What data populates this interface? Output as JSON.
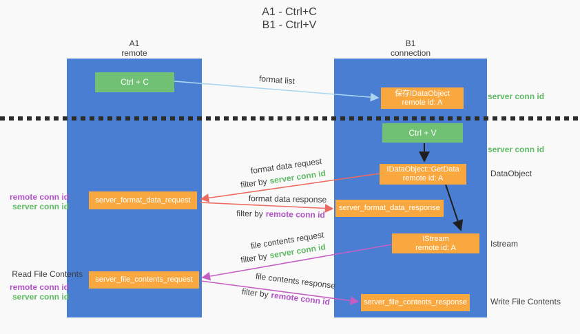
{
  "title": {
    "line1": "A1 - Ctrl+C",
    "line2": "B1 - Ctrl+V"
  },
  "lifelines": {
    "a1": {
      "name": "A1",
      "role": "remote"
    },
    "b1": {
      "name": "B1",
      "role": "connection"
    }
  },
  "nodes": {
    "ctrl_c": {
      "label": "Ctrl + C"
    },
    "save_idataobject": {
      "line1": "保存IDataObject",
      "line2": "remote id: A"
    },
    "ctrl_v": {
      "label": "Ctrl + V"
    },
    "getdata": {
      "line1": "IDataObject::GetData",
      "line2": "remote id: A"
    },
    "format_request": {
      "label": "server_format_data_request"
    },
    "format_response": {
      "label": "server_format_data_response"
    },
    "istream": {
      "line1": "IStream",
      "line2": "remote id: A"
    },
    "file_request": {
      "label": "server_file_contents_request"
    },
    "file_response": {
      "label": "server_file_contents_response"
    }
  },
  "annotations": {
    "server_conn_id_top": "server conn id",
    "server_conn_id_mid": "server conn id",
    "dataobject": "DataObject",
    "istream": "Istream",
    "write_file_contents": "Write File Contents",
    "read_file_contents": "Read File Contents",
    "left_format": {
      "remote_conn_id": "remote conn id",
      "server_conn_id": "server conn id"
    },
    "left_file": {
      "remote_conn_id": "remote conn id",
      "server_conn_id": "server conn id"
    }
  },
  "arrows": {
    "format_list": {
      "label": "format list"
    },
    "format_data_request": {
      "label": "format data request",
      "filter_prefix": "filter by",
      "filter_value": "server conn id"
    },
    "format_data_response": {
      "label": "format data response",
      "filter_prefix": "filter by",
      "filter_value": "remote conn id"
    },
    "file_contents_request": {
      "label": "file contents request",
      "filter_prefix": "filter by",
      "filter_value": "server conn id"
    },
    "file_contents_response": {
      "label": "file contents response",
      "filter_prefix": "filter by",
      "filter_value": "remote conn id"
    }
  },
  "colors": {
    "lifeline_blue": "#4a7ed3",
    "node_green": "#71c175",
    "node_orange": "#f8a83e",
    "arrow_light_blue": "#a9d6ee",
    "arrow_red": "#ec6a5f",
    "arrow_magenta": "#c45fc4",
    "arrow_black": "#1f1f1f",
    "text_green": "#5fba64",
    "text_purple": "#b152c5",
    "text_dark": "#3d3d3d"
  }
}
